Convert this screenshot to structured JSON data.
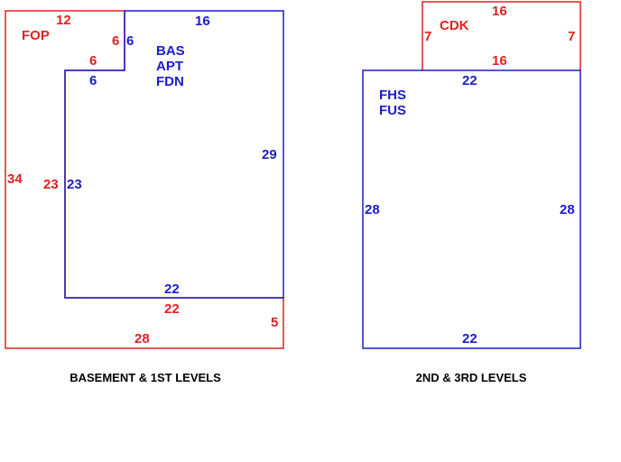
{
  "colors": {
    "red": "#e02020",
    "blue": "#1c1cc8",
    "caption": "#000000"
  },
  "left_sketch": {
    "caption": "BASEMENT & 1ST LEVELS",
    "porch": {
      "code": "FOP",
      "dims": {
        "top": "12",
        "left": "34",
        "bottom": "28",
        "right_lower": "5",
        "inner_bottom": "22",
        "inner_left": "23",
        "notch_horizontal": "6",
        "notch_vertical": "6"
      }
    },
    "main": {
      "codes": [
        "BAS",
        "APT",
        "FDN"
      ],
      "dims": {
        "top": "16",
        "right": "29",
        "bottom": "22",
        "left": "23",
        "notch_horizontal": "6",
        "notch_vertical": "6"
      }
    }
  },
  "right_sketch": {
    "caption": "2ND & 3RD LEVELS",
    "deck": {
      "code": "CDK",
      "dims": {
        "top": "16",
        "left": "7",
        "right": "7",
        "bottom": "16"
      }
    },
    "main": {
      "codes": [
        "FHS",
        "FUS"
      ],
      "dims": {
        "top": "22",
        "left": "28",
        "right": "28",
        "bottom": "22"
      }
    }
  }
}
